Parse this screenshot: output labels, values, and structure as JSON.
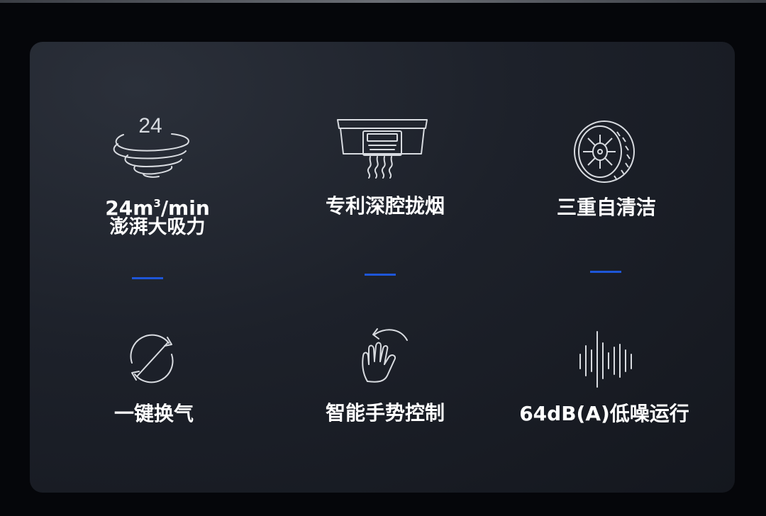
{
  "features": [
    {
      "id": "suction",
      "icon": "airflow-24-icon",
      "value_prefix": "24m",
      "value_sup": "3",
      "value_suffix": "/min",
      "icon_number": "24",
      "label": "澎湃大吸力"
    },
    {
      "id": "smoke",
      "icon": "range-hood-icon",
      "label": "专利深腔拢烟"
    },
    {
      "id": "clean",
      "icon": "fan-wheel-icon",
      "label": "三重自清洁"
    },
    {
      "id": "air",
      "icon": "air-exchange-icon",
      "label": "一键换气"
    },
    {
      "id": "gesture",
      "icon": "hand-wave-icon",
      "label": "智能手势控制"
    },
    {
      "id": "noise",
      "icon": "sound-wave-icon",
      "label": "64dB(A)低噪运行"
    }
  ],
  "colors": {
    "accent": "#1e56d8",
    "text": "#ffffff",
    "icon_stroke": "#d8dbe0"
  }
}
